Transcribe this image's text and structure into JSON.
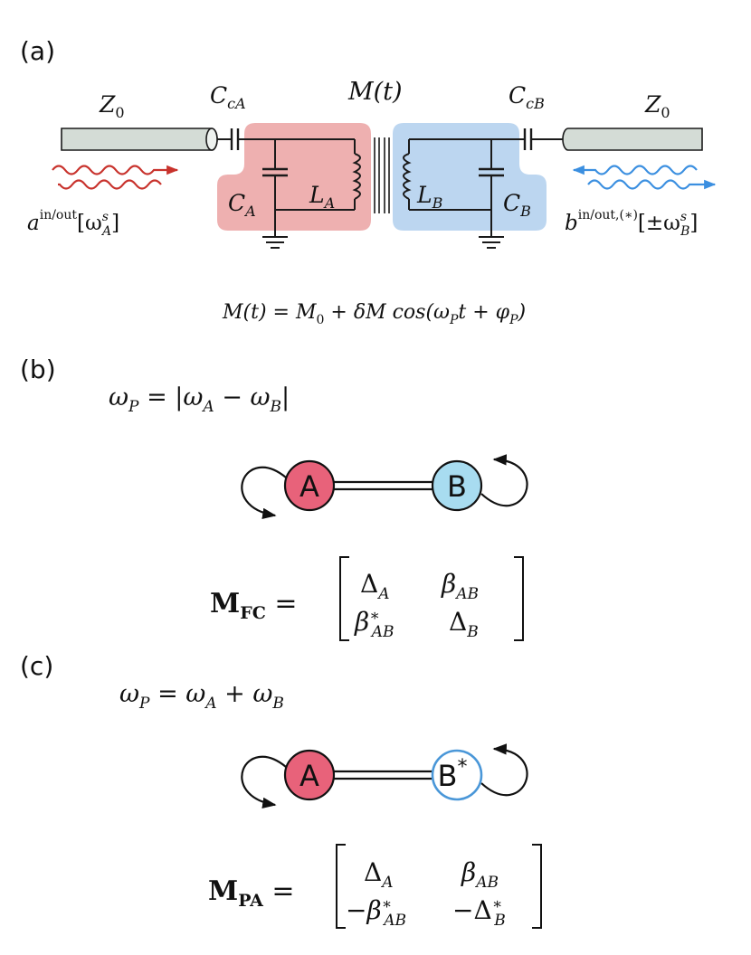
{
  "panels": {
    "a": {
      "label": "(a)"
    },
    "b": {
      "label": "(b)"
    },
    "c": {
      "label": "(c)"
    }
  },
  "circuit": {
    "z0": "Z",
    "z0_sub": "0",
    "cca": "C",
    "cca_sub": "cA",
    "ccb": "C",
    "ccb_sub": "cB",
    "mt": "M(t)",
    "ca": "C",
    "ca_sub": "A",
    "la": "L",
    "la_sub": "A",
    "lb": "L",
    "lb_sub": "B",
    "cb": "C",
    "cb_sub": "B",
    "a_io_base": "a",
    "a_io_sup": "in/out",
    "a_io_bracket_open": "[ω",
    "a_io_bracket_sub": "A",
    "a_io_bracket_sup": "s",
    "a_io_bracket_close": "]",
    "b_io_base": "b",
    "b_io_sup": "in/out,(∗)",
    "b_io_bracket_open": "[±ω",
    "b_io_bracket_sub": "B",
    "b_io_bracket_sup": "s",
    "b_io_bracket_close": "]",
    "mt_equation": "M(t) = M₀ + δM cos(ω_P t + φ_P)",
    "mt_eq_parts": [
      "M(t) = M",
      "0",
      " + δM cos(ω",
      "P",
      "t + φ",
      "P",
      ")"
    ]
  },
  "panel_b": {
    "condition_parts": [
      "ω",
      "P",
      " = |ω",
      "A",
      " − ω",
      "B",
      "|"
    ],
    "node_a": "A",
    "node_b": "B",
    "matrix_name": "M",
    "matrix_sub": "FC",
    "cells": [
      [
        "Δ",
        "A",
        "β",
        "AB"
      ],
      [
        "β",
        "AB",
        "Δ",
        "B"
      ]
    ],
    "cell_sups": [
      "",
      "",
      "∗",
      ""
    ]
  },
  "panel_c": {
    "condition_parts": [
      "ω",
      "P",
      " = ω",
      "A",
      " + ω",
      "B"
    ],
    "node_a": "A",
    "node_b": "B",
    "node_b_sup": "*",
    "matrix_name": "M",
    "matrix_sub": "PA",
    "cells": [
      [
        "Δ",
        "A",
        "β",
        "AB"
      ],
      [
        "−β",
        "AB",
        "−Δ",
        "B"
      ]
    ],
    "cell_sups": [
      "",
      "",
      "∗",
      "∗"
    ]
  },
  "colors": {
    "mode_a": "#e8627a",
    "mode_a_panel": "#eeb0b0",
    "mode_a_wave": "#c8322c",
    "mode_b": "#a8dcf0",
    "mode_b_outline": "#4a97d8",
    "mode_b_panel": "#bcd6f0",
    "mode_b_wave": "#3b8fe0",
    "line": "#1a1a1a",
    "cable": "#d4dcd6"
  }
}
